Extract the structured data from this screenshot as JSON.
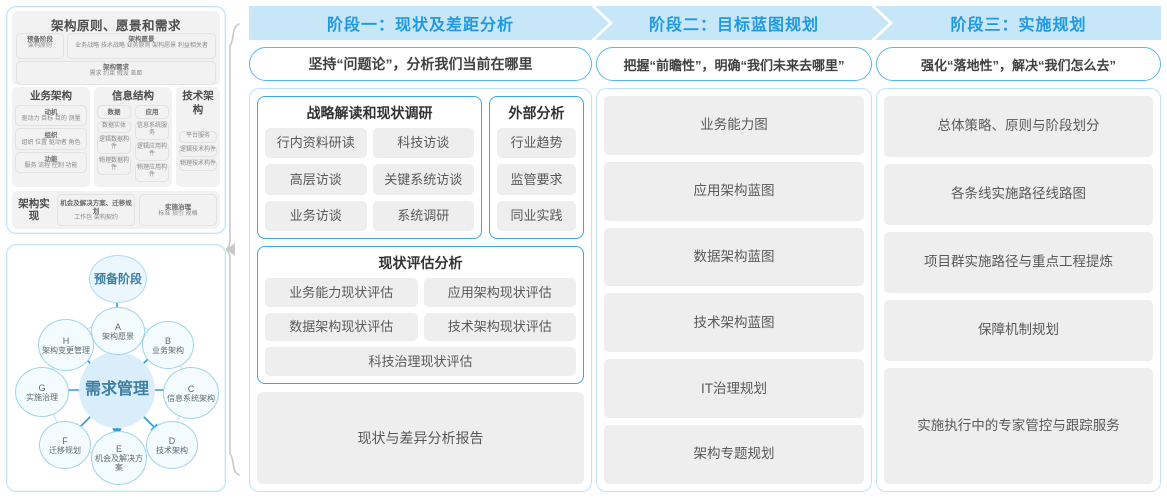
{
  "left_panel": {
    "togaf": {
      "row1": {
        "title": "架构原则、愿景和需求",
        "box_a": {
          "title": "预备阶段",
          "sub": "架构原则"
        },
        "box_b": {
          "title": "架构愿景",
          "sub": "业务战略 技术战略 业务原则 架构愿景 利益相关者"
        },
        "box_c": {
          "title": "架构需求",
          "sub": "需求  约束  假设  差距"
        }
      },
      "columns": [
        {
          "header": "业务架构",
          "boxes": [
            {
              "title": "动机",
              "sub": "驱动力 目标 目的 测量"
            },
            {
              "title": "组织",
              "sub": "组织 位置 驱动者 角色"
            },
            {
              "title": "功能",
              "sub": "服务 流程 控制 功能"
            }
          ]
        },
        {
          "header": "信息结构",
          "sub_columns": [
            {
              "header": "数据",
              "items": [
                "数据实体",
                "逻辑数据构件",
                "物理数据构件"
              ]
            },
            {
              "header": "应用",
              "items": [
                "信息系统服务",
                "逻辑应用构件",
                "物理应用构件"
              ]
            }
          ]
        },
        {
          "header": "技术架构",
          "items": [
            "平台服务",
            "逻辑技术构件",
            "物理技术构件"
          ]
        }
      ],
      "row3": {
        "label": "架构实现",
        "box_a": {
          "title": "机会及解决方案、迁移规划",
          "sub": "工作包  架构契约"
        },
        "box_b": {
          "title": "实施治理",
          "sub": "标准  指引  规格"
        }
      }
    },
    "cycle": {
      "center": "需求管理",
      "prep": "预备阶段",
      "nodes": [
        {
          "letter": "A",
          "label": "架构愿景"
        },
        {
          "letter": "B",
          "label": "业务架构"
        },
        {
          "letter": "C",
          "label": "信息系统架构"
        },
        {
          "letter": "D",
          "label": "技术架构"
        },
        {
          "letter": "E",
          "label": "机会及解决方案"
        },
        {
          "letter": "F",
          "label": "迁移规划"
        },
        {
          "letter": "G",
          "label": "实施治理"
        },
        {
          "letter": "H",
          "label": "架构变更管理"
        }
      ]
    }
  },
  "phases": [
    {
      "header": "阶段一：现状及差距分析",
      "subtitle": "坚持“问题论”，分析我们当前在哪里",
      "cards": [
        {
          "title": "战略解读和现状调研",
          "items": [
            "行内资料研读",
            "科技访谈",
            "高层访谈",
            "关键系统访谈",
            "业务访谈",
            "系统调研"
          ]
        },
        {
          "title": "外部分析",
          "items": [
            "行业趋势",
            "监管要求",
            "同业实践"
          ]
        },
        {
          "title": "现状评估分析",
          "items": [
            "业务能力现状评估",
            "应用架构现状评估",
            "数据架构现状评估",
            "技术架构现状评估",
            "科技治理现状评估"
          ]
        }
      ],
      "report": "现状与差异分析报告"
    },
    {
      "header": "阶段二：目标蓝图规划",
      "subtitle": "把握“前瞻性”，明确“我们未来去哪里”",
      "items": [
        "业务能力图",
        "应用架构蓝图",
        "数据架构蓝图",
        "技术架构蓝图",
        "IT治理规划",
        "架构专题规划"
      ]
    },
    {
      "header": "阶段三：实施规划",
      "subtitle": "强化“落地性”，解决“我们怎么去”",
      "items": [
        "总体策略、原则与阶段划分",
        "各条线实施路径线路图",
        "项目群实施路径与重点工程提炼",
        "保障机制规划",
        "实施执行中的专家管控与跟踪服务"
      ]
    }
  ],
  "colors": {
    "phase_header_bg": "#c7e6f7",
    "phase_header_text": "#1f9ae0",
    "panel_border": "#bfe3f5",
    "card_border": "#3ba7de",
    "chip_bg": "#eeeeee",
    "chip_text": "#595959",
    "cycle_node": "#9ed3ea",
    "cycle_center": "#d9eefa"
  }
}
